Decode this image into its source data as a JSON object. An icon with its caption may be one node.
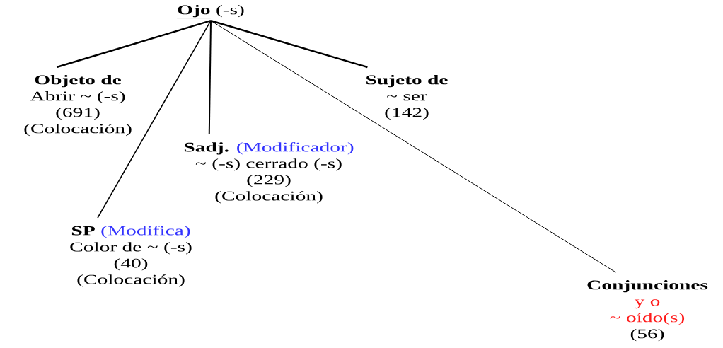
{
  "diagram": {
    "nodes": [
      {
        "text": [
          "Ojo",
          "(-s)"
        ]
      },
      {
        "text": [
          "Objeto de",
          "Abrir ~ (-s)",
          "(691)",
          "(Colocación)"
        ]
      },
      {
        "text": [
          "Sujeto de",
          "~ ser",
          "(142)"
        ]
      },
      {
        "text": [
          "Sadj.",
          "(Modificador)",
          "~ (-s) cerrado (-s)",
          "(229)",
          "(Colocación)"
        ]
      },
      {
        "text": [
          "SP",
          "(Modifica)",
          "Color de ~  (-s)",
          "(40)",
          "(Colocación)"
        ]
      },
      {
        "text": [
          "Conjunciones",
          "y o",
          "~ oído(s)",
          "(56)"
        ]
      }
    ],
    "edges": [
      {
        "from": 0,
        "to": 1,
        "arrow": "none"
      },
      {
        "from": 0,
        "to": 2,
        "arrow": "none"
      },
      {
        "from": 0,
        "to": 3,
        "arrow": "none"
      },
      {
        "from": 0,
        "to": 4,
        "arrow": "none"
      },
      {
        "from": 0,
        "to": 5,
        "arrow": "none"
      }
    ]
  }
}
